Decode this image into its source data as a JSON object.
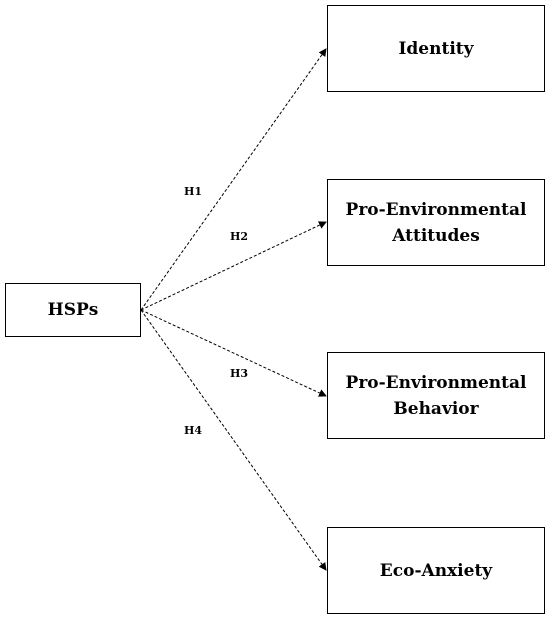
{
  "diagram": {
    "source": {
      "label": "HSPs"
    },
    "targets": [
      {
        "id": "identity",
        "lines": [
          "Identity"
        ]
      },
      {
        "id": "attitudes",
        "lines": [
          "Pro-Environmental",
          "Attitudes"
        ]
      },
      {
        "id": "behavior",
        "lines": [
          "Pro-Environmental",
          "Behavior"
        ]
      },
      {
        "id": "anxiety",
        "lines": [
          "Eco-Anxiety"
        ]
      }
    ],
    "hypotheses": [
      "H1",
      "H2",
      "H3",
      "H4"
    ],
    "colors": {
      "line": "#000000",
      "box_border": "#000000",
      "background": "#ffffff"
    }
  }
}
